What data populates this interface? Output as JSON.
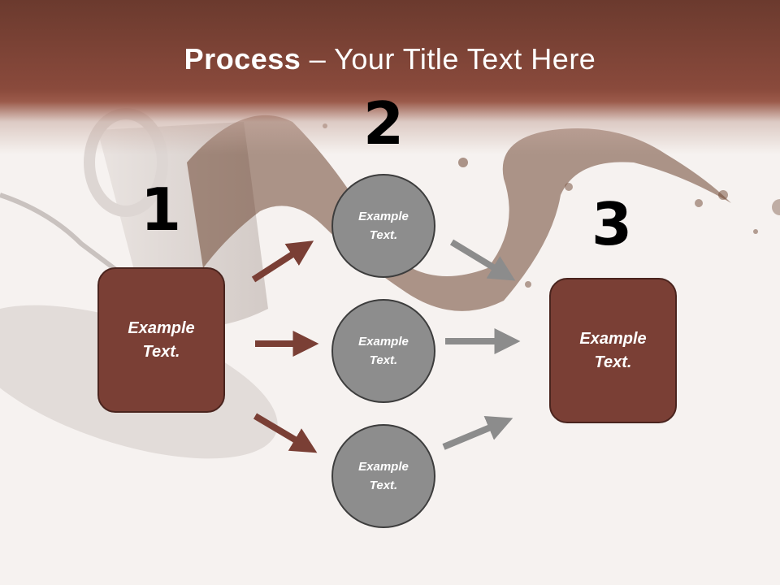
{
  "slide": {
    "title_bold": "Process",
    "title_rest": " – Your Title Text Here"
  },
  "steps": {
    "step1_number": "1",
    "step2_number": "2",
    "step3_number": "3"
  },
  "boxes": {
    "left_label": "Example\nText.",
    "right_label": "Example\nText."
  },
  "circles": {
    "top_label": "Example\nText.",
    "middle_label": "Example\nText.",
    "bottom_label": "Example\nText."
  },
  "colors": {
    "header_brown": "#8a4a3c",
    "box_fill": "#7a3f35",
    "circle_fill": "#8d8d8d",
    "arrow_brown": "#7a3f35",
    "arrow_gray": "#8c8c8c"
  }
}
